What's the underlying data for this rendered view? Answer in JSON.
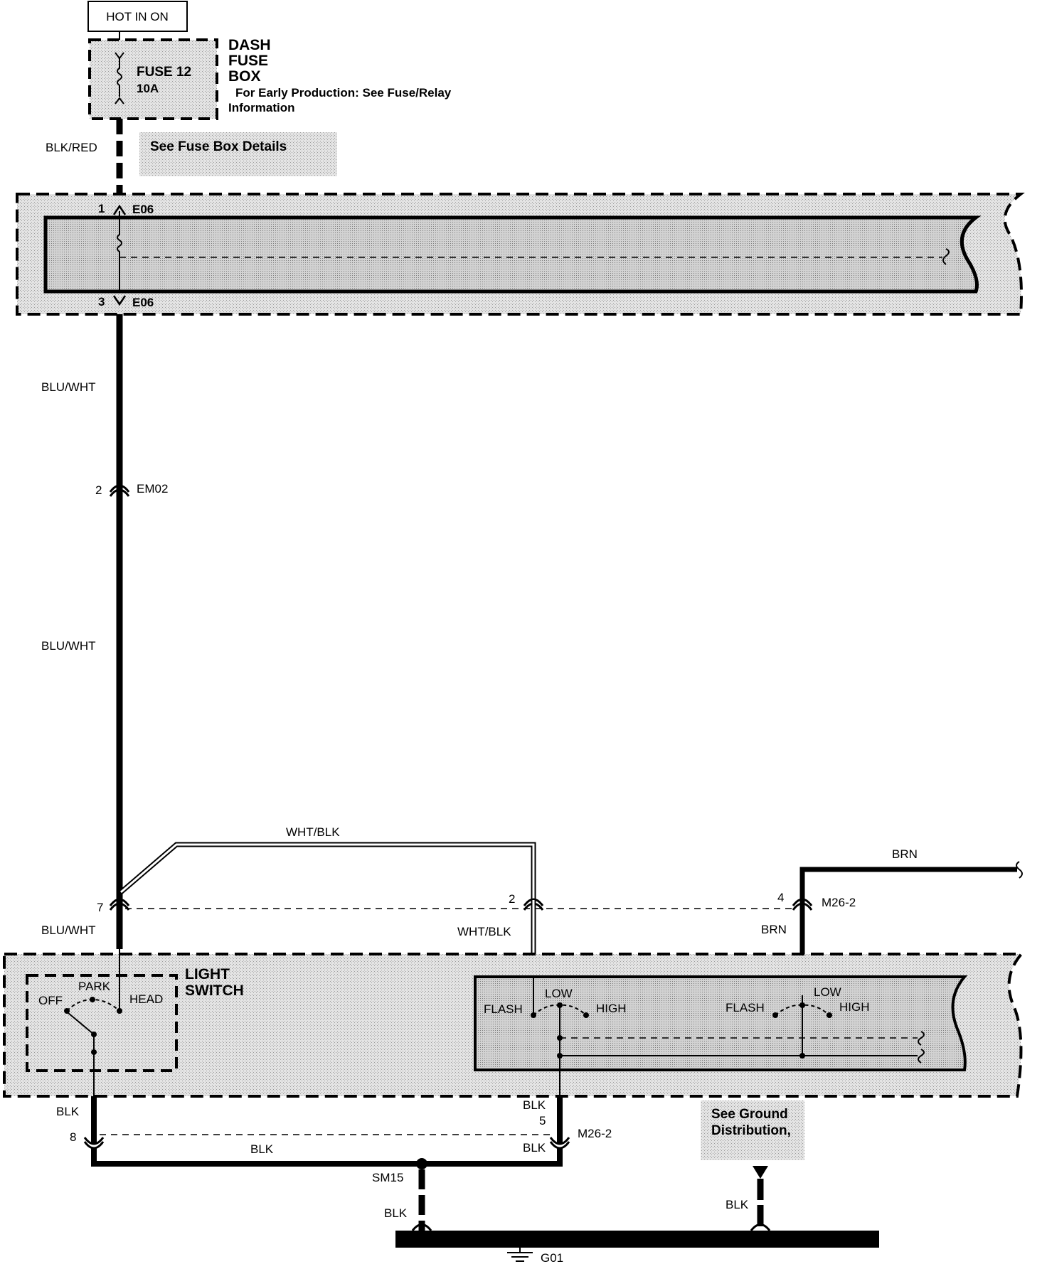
{
  "header": {
    "hot_in": "HOT IN ON"
  },
  "fuse_box": {
    "title_line1": "DASH",
    "title_line2": "FUSE",
    "title_line3": "BOX",
    "fuse_name": "FUSE 12",
    "fuse_rating": "10A",
    "note_line1": "For Early Production: See Fuse/Relay",
    "note_line2": "Information",
    "details_link": "See Fuse Box Details"
  },
  "wires": {
    "blk_red": "BLK/RED",
    "blu_wht_1": "BLU/WHT",
    "blu_wht_2": "BLU/WHT",
    "blu_wht_3": "BLU/WHT",
    "wht_blk_top": "WHT/BLK",
    "wht_blk_side": "WHT/BLK",
    "brn_top": "BRN",
    "brn_side": "BRN",
    "blk_left": "BLK",
    "blk_mid_top": "BLK",
    "blk_mid_bottom": "BLK",
    "blk_horizontal": "BLK",
    "blk_sm15": "BLK",
    "blk_ground": "BLK"
  },
  "connectors": {
    "e06_top_pin": "1",
    "e06_top_name": "E06",
    "e06_bottom_pin": "3",
    "e06_bottom_name": "E06",
    "em02_pin": "2",
    "em02_name": "EM02",
    "pin7": "7",
    "pin2": "2",
    "pin4": "4",
    "m26_top_name": "M26-2",
    "pin5": "5",
    "pin8": "8",
    "m26_bottom_name": "M26-2"
  },
  "light_switch": {
    "title_line1": "LIGHT",
    "title_line2": "SWITCH",
    "off": "OFF",
    "park": "PARK",
    "head": "HEAD"
  },
  "dimmer_switch": {
    "flash_1": "FLASH",
    "low_1": "LOW",
    "high_1": "HIGH",
    "flash_2": "FLASH",
    "low_2": "LOW",
    "high_2": "HIGH"
  },
  "ground": {
    "splice": "SM15",
    "link_line1": "See Ground",
    "link_line2": "Distribution,",
    "ground_name": "G01"
  }
}
